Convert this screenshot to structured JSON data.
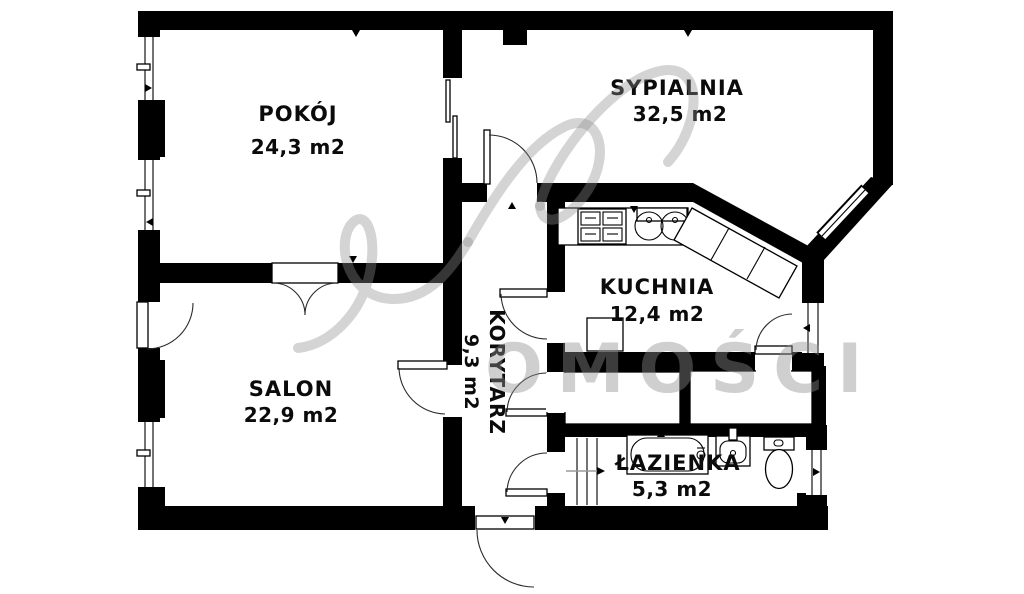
{
  "plan": {
    "type": "apartment-floor-plan",
    "background_color": "#ffffff",
    "wall_color": "#000000",
    "rooms": [
      {
        "id": "pokoj",
        "name": "POKÓJ",
        "area": "24,3 m2"
      },
      {
        "id": "sypialnia",
        "name": "SYPIALNIA",
        "area": "32,5 m2"
      },
      {
        "id": "kuchnia",
        "name": "KUCHNIA",
        "area": "12,4 m2"
      },
      {
        "id": "salon",
        "name": "SALON",
        "area": "22,9 m2"
      },
      {
        "id": "korytarz",
        "name": "KORYTARZ",
        "area": "9,3 m2"
      },
      {
        "id": "lazienka",
        "name": "ŁAZIENKA",
        "area": "5,3 m2"
      }
    ],
    "watermark": {
      "visible_text": "OMOŚCI",
      "color": "#8f8f8f"
    },
    "fixtures": [
      "stove-4-burner",
      "double-sink",
      "kitchen-counter-diagonal",
      "kitchen-table",
      "bathtub",
      "washbasin",
      "toilet",
      "entry-steps-with-arrow",
      "windows",
      "door-swings",
      "sliding-door"
    ]
  }
}
